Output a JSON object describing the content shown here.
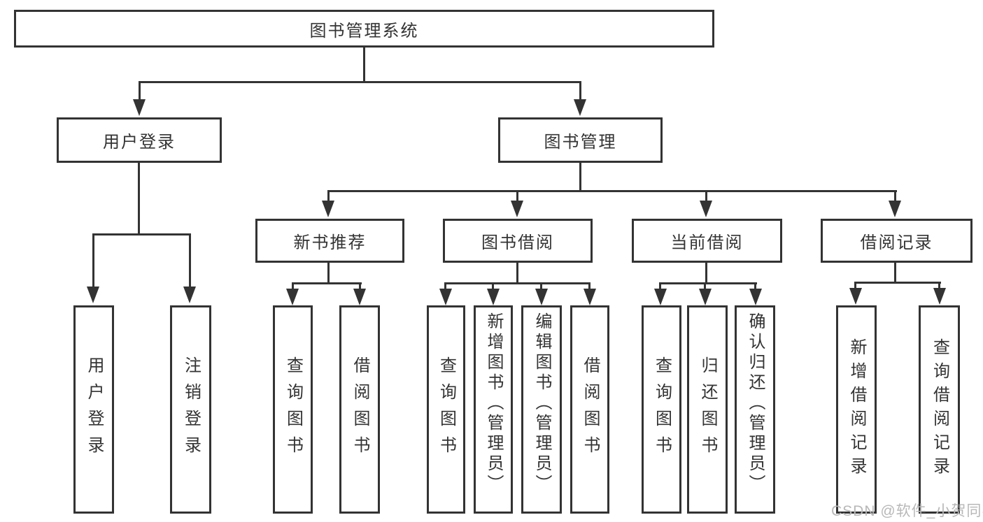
{
  "diagram": {
    "title": "图书管理系统",
    "root": {
      "label": "图书管理系统"
    },
    "level2": {
      "user_login": {
        "label": "用户登录"
      },
      "book_management": {
        "label": "图书管理"
      }
    },
    "level3": {
      "new_book_recommend": {
        "label": "新书推荐"
      },
      "book_borrow": {
        "label": "图书借阅"
      },
      "current_borrow": {
        "label": "当前借阅"
      },
      "borrow_records": {
        "label": "借阅记录"
      }
    },
    "leaves": {
      "user_login": {
        "label": "用户登录"
      },
      "logout": {
        "label": "注销登录"
      },
      "recommend_query_book": {
        "label": "查询图书"
      },
      "recommend_borrow_book": {
        "label": "借阅图书"
      },
      "borrow_query_book": {
        "label": "查询图书"
      },
      "borrow_add_book": {
        "label": "新增图书（管理员）"
      },
      "borrow_edit_book": {
        "label": "编辑图书（管理员）"
      },
      "borrow_borrow_book": {
        "label": "借阅图书"
      },
      "current_query_book": {
        "label": "查询图书"
      },
      "current_return_book": {
        "label": "归还图书"
      },
      "current_confirm_return": {
        "label": "确认归还（管理员）"
      },
      "records_add_record": {
        "label": "新增借阅记录"
      },
      "records_query_record": {
        "label": "查询借阅记录"
      }
    }
  },
  "watermark": {
    "text": "CSDN @软件_小贺同学"
  },
  "colors": {
    "line": "#333333",
    "text": "#333333",
    "watermark": "#b8b8b8",
    "background": "#ffffff"
  }
}
